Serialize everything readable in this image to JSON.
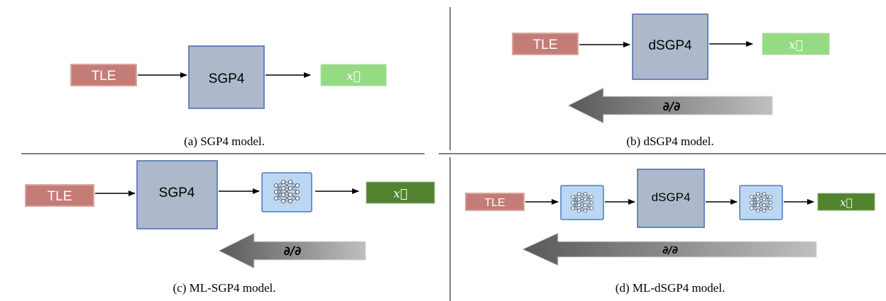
{
  "colors": {
    "tle_fill": "#c47c76",
    "tle_border": "#d7a6a2",
    "sgp4_fill": "#aeb8cb",
    "sgp4_border": "#4a68b0",
    "nn_fill": "#bcd7f3",
    "nn_border": "#4a79c4",
    "output_light": "#95db83",
    "output_dark": "#52832f",
    "gradient_dark": "#595959",
    "gradient_light": "#bfbfbf"
  },
  "panels": {
    "a": {
      "input": "TLE",
      "model": "SGP4",
      "output": "x⃗",
      "caption": "(a) SGP4 model."
    },
    "b": {
      "input": "TLE",
      "model": "dSGP4",
      "output": "x⃗",
      "gradient": "∂/∂",
      "caption": "(b) dSGP4 model."
    },
    "c": {
      "input": "TLE",
      "model": "SGP4",
      "output": "x⃗",
      "gradient": "∂/∂",
      "caption": "(c) ML-SGP4 model."
    },
    "d": {
      "input": "TLE",
      "model": "dSGP4",
      "output": "x⃗",
      "gradient": "∂/∂",
      "caption": "(d) ML-dSGP4 model."
    }
  }
}
